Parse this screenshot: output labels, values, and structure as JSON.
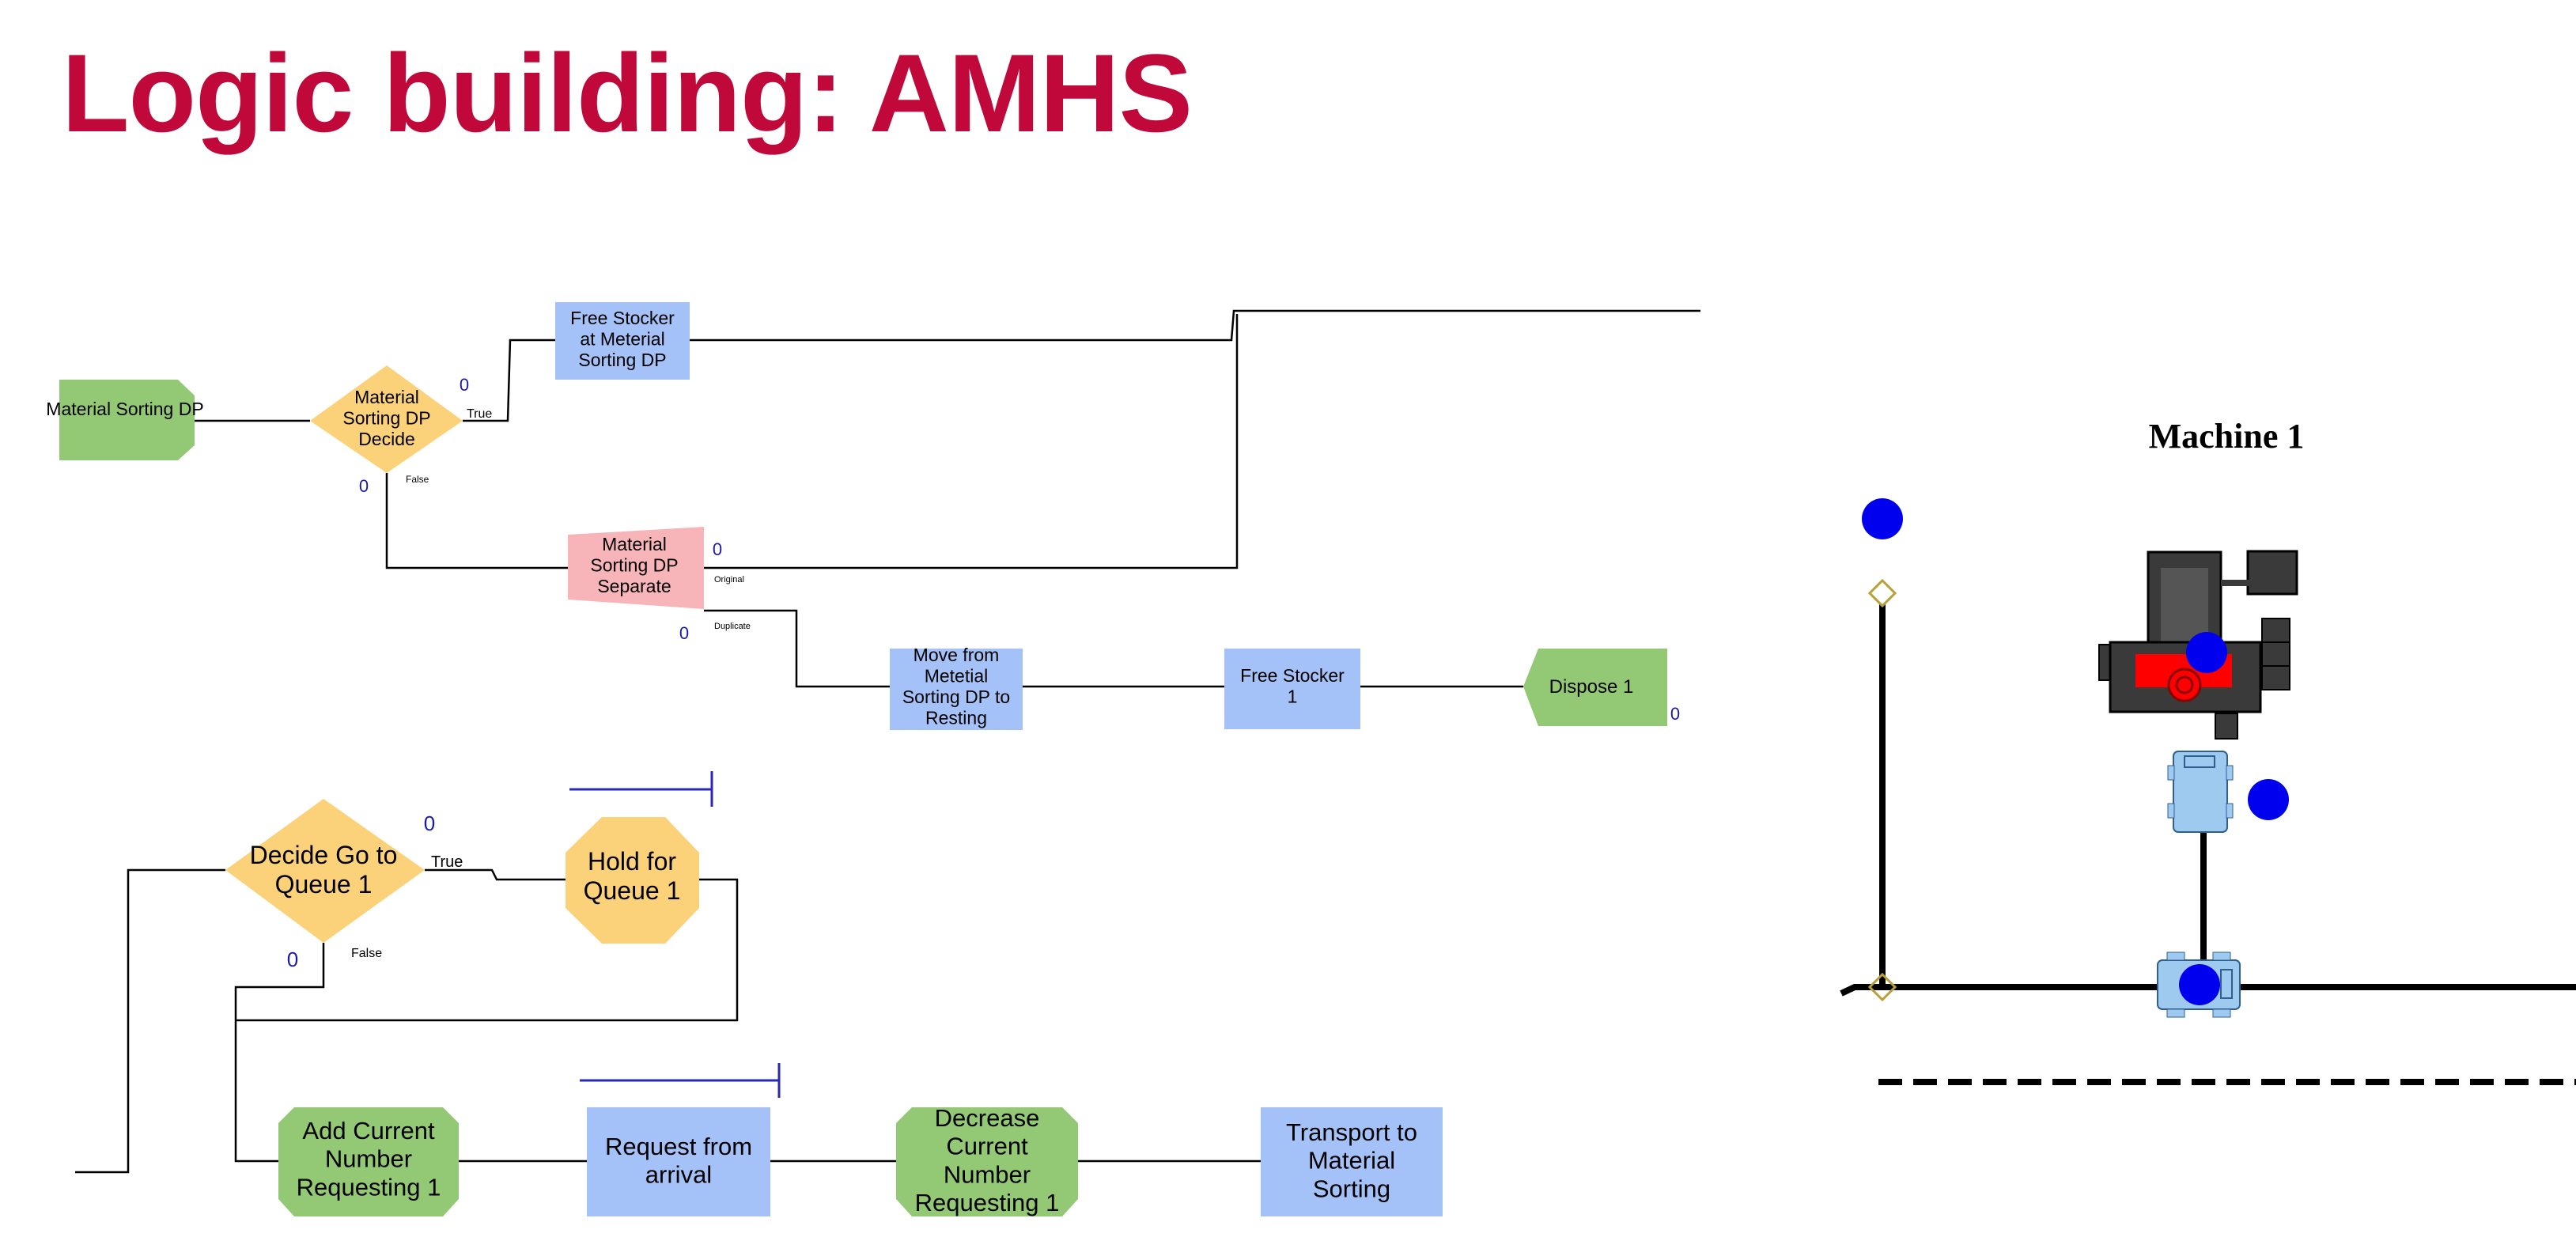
{
  "slide": {
    "title": "Logic building: AMHS"
  },
  "flowchart": {
    "top": {
      "material_sorting_dp": "Material\nSorting DP",
      "sorting_decide": "Material\nSorting DP\nDecide",
      "free_stocker_sorting": "Free Stocker\nat Meterial\nSorting DP",
      "separate": "Material\nSorting DP\nSeparate",
      "move_to_resting": "Move from\nMetetial\nSorting DP to\nResting",
      "free_stocker_1": "Free Stocker\n1",
      "dispose_1": "Dispose 1",
      "label_true": "True",
      "label_false": "False",
      "label_original": "Original",
      "label_duplicate": "Duplicate",
      "counter": "0"
    },
    "bottom": {
      "decide_queue": "Decide Go to\nQueue 1",
      "hold_queue": "Hold for\nQueue 1",
      "add_current": "Add Current\nNumber\nRequesting 1",
      "request_arrival": "Request from\narrival",
      "decrease_current": "Decrease\nCurrent\nNumber\nRequesting 1",
      "transport_sorting": "Transport to\nMaterial\nSorting",
      "label_true": "True",
      "label_false": "False",
      "counter": "0"
    }
  },
  "animation": {
    "machine_title": "Machine 1"
  },
  "colors": {
    "title": "#c0093a",
    "green_module": "#93c874",
    "yellow_module": "#fbd179",
    "blue_module": "#a4c2f7",
    "pink_module": "#f7b4b9",
    "entity": "#0000ee",
    "machine_red": "#ff0000",
    "machine_dark": "#3a3a3a",
    "vehicle": "#9fcaf0"
  }
}
